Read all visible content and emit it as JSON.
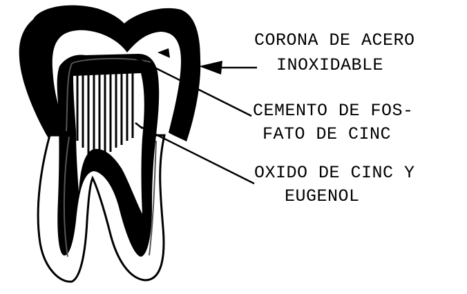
{
  "labels": {
    "crown": {
      "line1": "CORONA DE ACERO",
      "line2": "INOXIDABLE"
    },
    "phosphate_cement": {
      "line1": "CEMENTO DE FOS-",
      "line2": "FATO DE CINC"
    },
    "zinc_oxide": {
      "line1": "OXIDO DE CINC Y",
      "line2": "EUGENOL"
    }
  },
  "colors": {
    "ink": "#000000",
    "paper": "#ffffff"
  }
}
